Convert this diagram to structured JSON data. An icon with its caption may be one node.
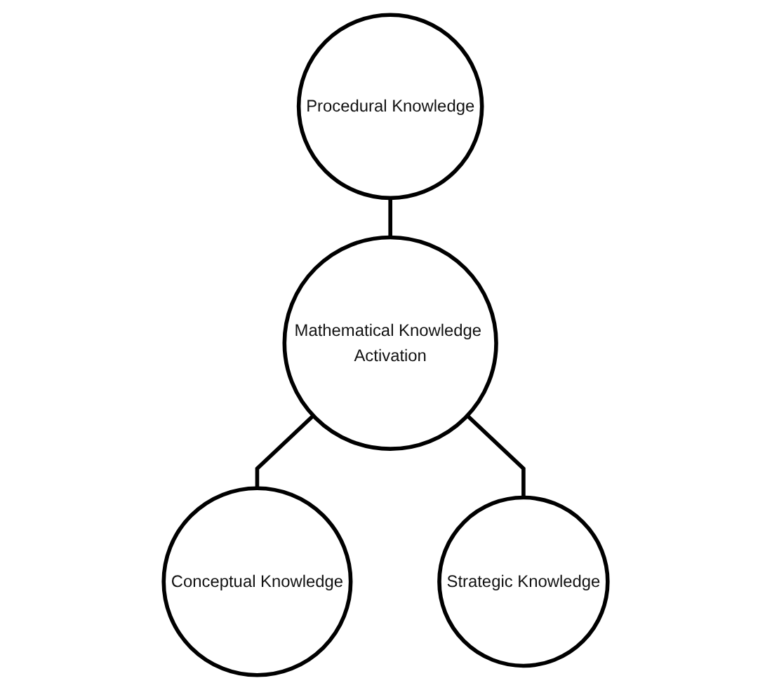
{
  "diagram": {
    "nodes": [
      {
        "text": [
          "Procedural Knowledge"
        ]
      },
      {
        "text": [
          "Mathematical Knowledge Activation"
        ]
      },
      {
        "text": [
          "Conceptual Knowledge"
        ]
      },
      {
        "text": [
          "Strategic Knowledge"
        ]
      }
    ],
    "edges": [
      {
        "from": 0,
        "to": 1,
        "arrow": "none"
      },
      {
        "from": 1,
        "to": 2,
        "arrow": "none"
      },
      {
        "from": 1,
        "to": 3,
        "arrow": "none"
      }
    ]
  }
}
